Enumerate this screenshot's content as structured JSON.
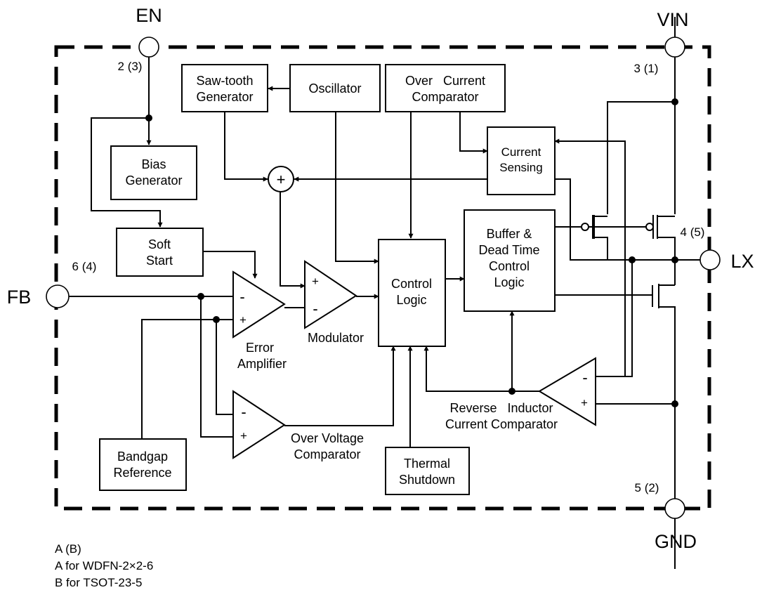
{
  "pins": {
    "en": "EN",
    "vin": "VIN",
    "fb": "FB",
    "lx": "LX",
    "gnd": "GND"
  },
  "pin_numbers": {
    "en": "2 (3)",
    "vin": "3 (1)",
    "fb": "6 (4)",
    "lx": "4 (5)",
    "gnd": "5 (2)"
  },
  "blocks": {
    "sawtooth": [
      "Saw-tooth",
      "Generator"
    ],
    "oscillator": [
      "Oscillator"
    ],
    "over_current": [
      "Over   Current",
      "Comparator"
    ],
    "current_sensing": [
      "Current",
      "Sensing"
    ],
    "bias": [
      "Bias",
      "Generator"
    ],
    "soft_start": [
      "Soft",
      "Start"
    ],
    "buffer": [
      "Buffer &",
      "Dead Time",
      "Control",
      "Logic"
    ],
    "control_logic": [
      "Control",
      "Logic"
    ],
    "bandgap": [
      "Bandgap",
      "Reference"
    ],
    "thermal": [
      "Thermal",
      "Shutdown"
    ]
  },
  "amplifiers": {
    "error_amp": [
      "Error",
      "Amplifier"
    ],
    "modulator": "Modulator",
    "ovp": [
      "Over Voltage",
      "Comparator"
    ],
    "reverse": [
      "Reverse   Inductor",
      "Current Comparator"
    ]
  },
  "signs": {
    "minus": "-",
    "plus": "+"
  },
  "footnote": [
    "A (B)",
    "A for WDFN-2×2-6",
    "B for TSOT-23-5"
  ]
}
